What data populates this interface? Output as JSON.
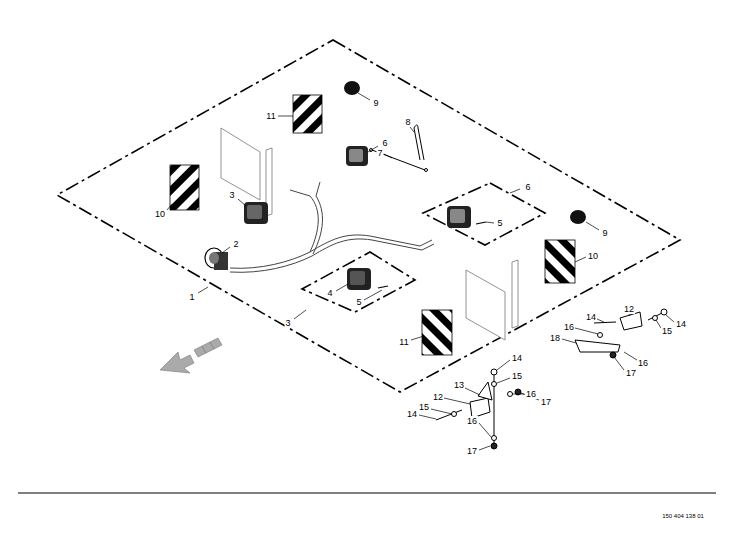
{
  "diagram": {
    "labels": [
      "11",
      "9",
      "8",
      "7",
      "6",
      "10",
      "3",
      "2",
      "6",
      "5",
      "9",
      "10",
      "4",
      "5",
      "3",
      "1",
      "11",
      "12",
      "14",
      "14",
      "15",
      "16",
      "18",
      "16",
      "17",
      "14",
      "15",
      "16",
      "17",
      "13",
      "12",
      "15",
      "14",
      "16",
      "17",
      "150 404 138 01"
    ]
  }
}
